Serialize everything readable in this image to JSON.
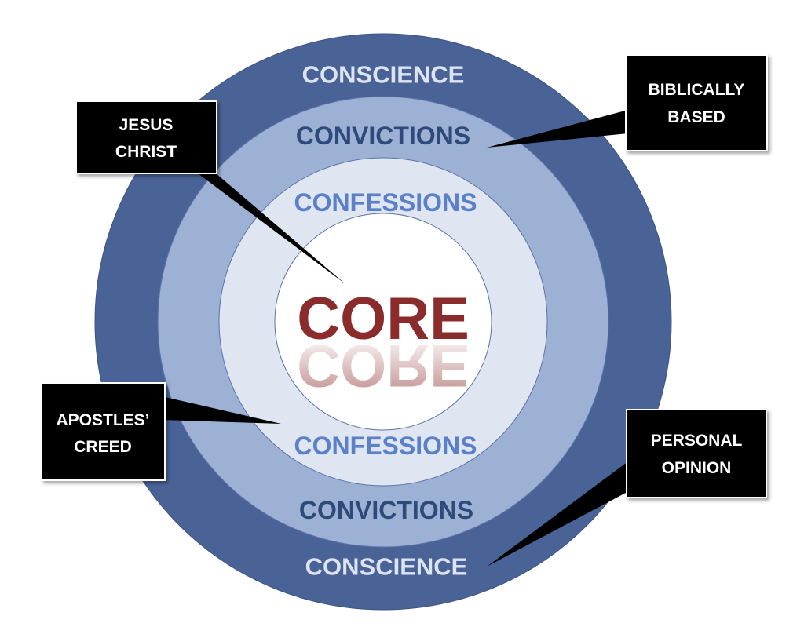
{
  "diagram": {
    "core": {
      "label": "CORE",
      "color": "#8b2c2c"
    },
    "rings": {
      "conscience": {
        "top_label": "CONSCIENCE",
        "bottom_label": "CONSCIENCE",
        "fill": "#4a6396",
        "text_color": "#dde3f1"
      },
      "convictions": {
        "top_label": "CONVICTIONS",
        "bottom_label": "CONVICTIONS",
        "fill": "#9cb1d4",
        "text_color": "#2e4a7a"
      },
      "confessions": {
        "top_label": "CONFESSIONS",
        "bottom_label": "CONFESSIONS",
        "fill": "#dfe5f1",
        "text_color": "#5a80c8"
      },
      "core_fill": "#ffffff"
    },
    "callouts": {
      "jesus_christ": {
        "line1": "JESUS",
        "line2": "CHRIST"
      },
      "biblically_based": {
        "line1": "BIBLICALLY",
        "line2": "BASED"
      },
      "apostles_creed": {
        "line1": "APOSTLES’",
        "line2": "CREED"
      },
      "personal_opinion": {
        "line1": "PERSONAL",
        "line2": "OPINION"
      }
    }
  }
}
